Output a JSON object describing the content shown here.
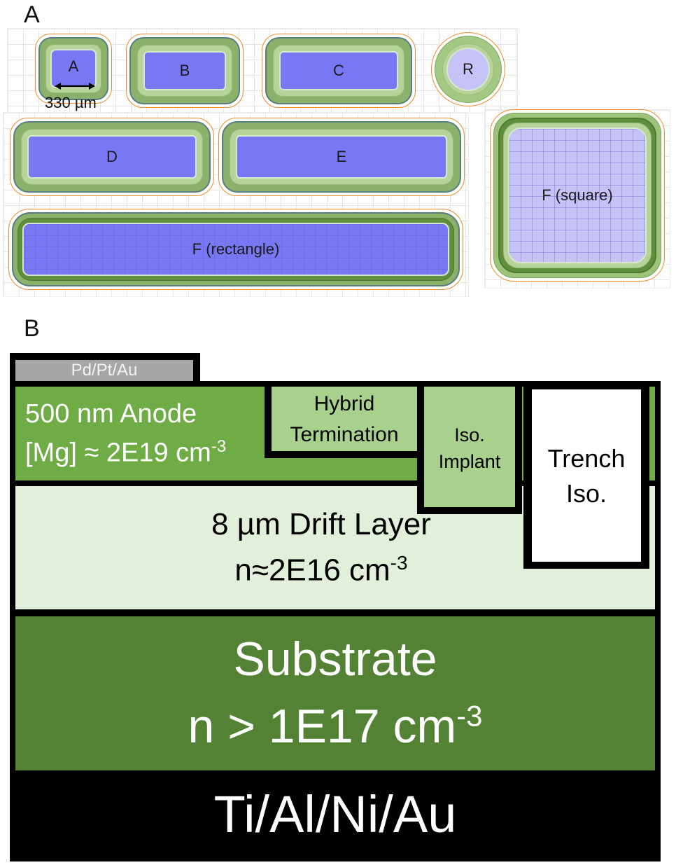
{
  "panel_a": {
    "label": "A",
    "devices": [
      {
        "id": "A",
        "label": "A"
      },
      {
        "id": "B",
        "label": "B"
      },
      {
        "id": "C",
        "label": "C"
      },
      {
        "id": "R",
        "label": "R"
      },
      {
        "id": "D",
        "label": "D"
      },
      {
        "id": "E",
        "label": "E"
      },
      {
        "id": "F_square",
        "label": "F (square)"
      },
      {
        "id": "F_rect",
        "label": "F (rectangle)"
      }
    ],
    "scale_label": "330 µm"
  },
  "panel_b": {
    "label": "B",
    "layers": {
      "contact_top": "Pd/Pt/Au",
      "anode_line1": "500 nm Anode",
      "anode_line2_prefix": "[Mg] ≈ 2E19 cm",
      "anode_exp": "-3",
      "hybrid_line1": "Hybrid",
      "hybrid_line2": "Termination",
      "iso_line1": "Iso.",
      "iso_line2": "Implant",
      "trench_line1": "Trench",
      "trench_line2": "Iso.",
      "drift_line1": "8 µm Drift Layer",
      "drift_line2_prefix": "n≈2E16 cm",
      "drift_exp": "-3",
      "substrate_line1": "Substrate",
      "substrate_line2_prefix": "n > 1E17 cm",
      "substrate_exp": "-3",
      "contact_bottom": "Ti/Al/Ni/Au"
    },
    "colors": {
      "anode": "#6fac46",
      "termination": "#a9d18e",
      "drift": "#e2efda",
      "substrate": "#548235",
      "contact_top": "#a6a6a6",
      "contact_bottom": "#000000"
    }
  }
}
